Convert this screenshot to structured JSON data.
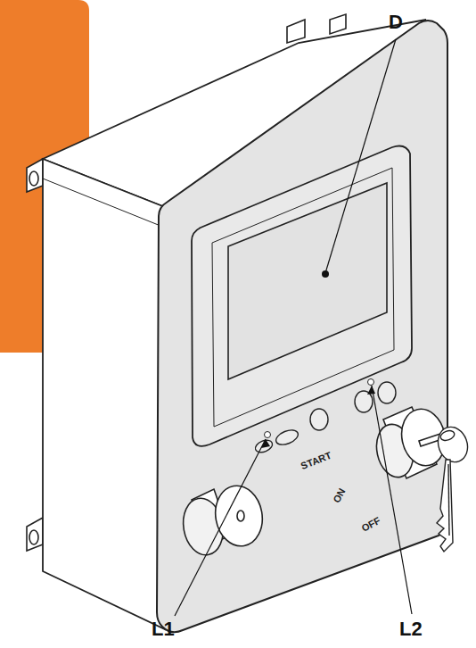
{
  "diagram": {
    "labels": [
      "D",
      "START",
      "ON",
      "OFF",
      "L1",
      "L2"
    ]
  }
}
